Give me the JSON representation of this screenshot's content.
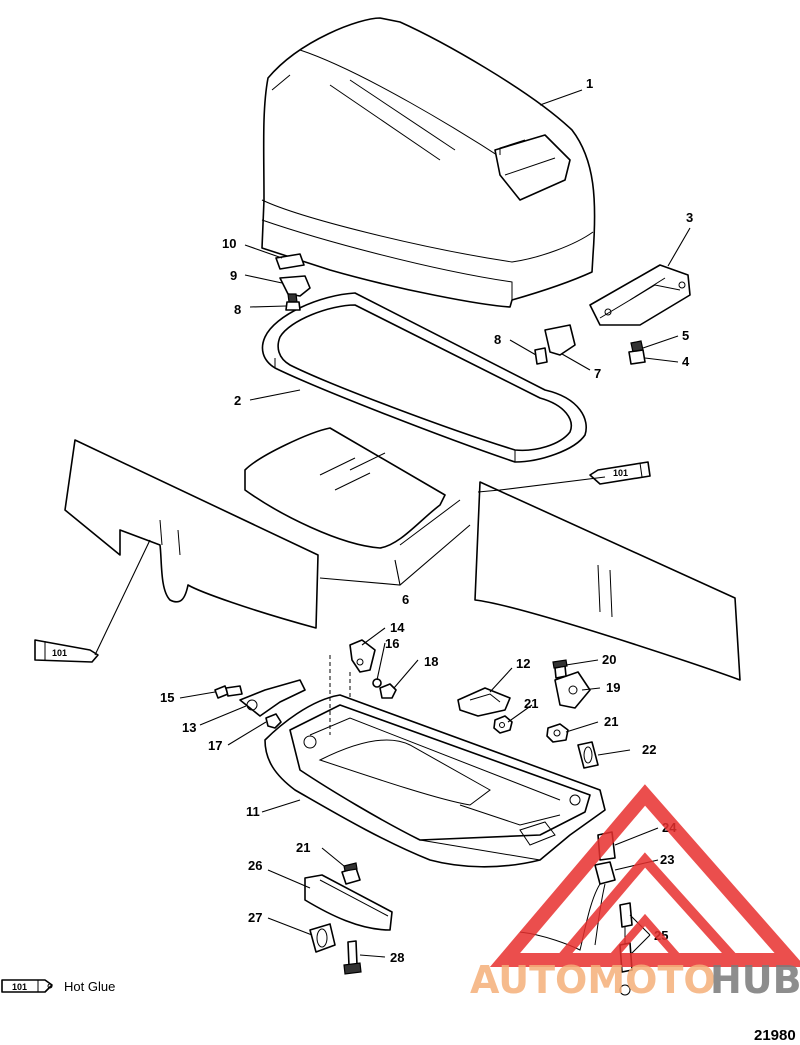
{
  "diagram": {
    "figure_number": "21980",
    "legend": {
      "tube_code": "101",
      "label": "Hot Glue"
    },
    "adhesive_tubes": [
      "101",
      "101"
    ],
    "callouts": [
      "1",
      "2",
      "3",
      "4",
      "5",
      "6",
      "7",
      "8",
      "8",
      "9",
      "10",
      "11",
      "12",
      "13",
      "14",
      "15",
      "16",
      "17",
      "18",
      "19",
      "20",
      "21",
      "21",
      "21",
      "22",
      "23",
      "24",
      "25",
      "26",
      "27",
      "28"
    ],
    "watermark": {
      "brand_light": "AUTOMOTO",
      "brand_dark": "HUB",
      "light_color": "#f5b07a",
      "dark_color": "#7a7a7a",
      "logo_color": "#e8302e"
    }
  }
}
